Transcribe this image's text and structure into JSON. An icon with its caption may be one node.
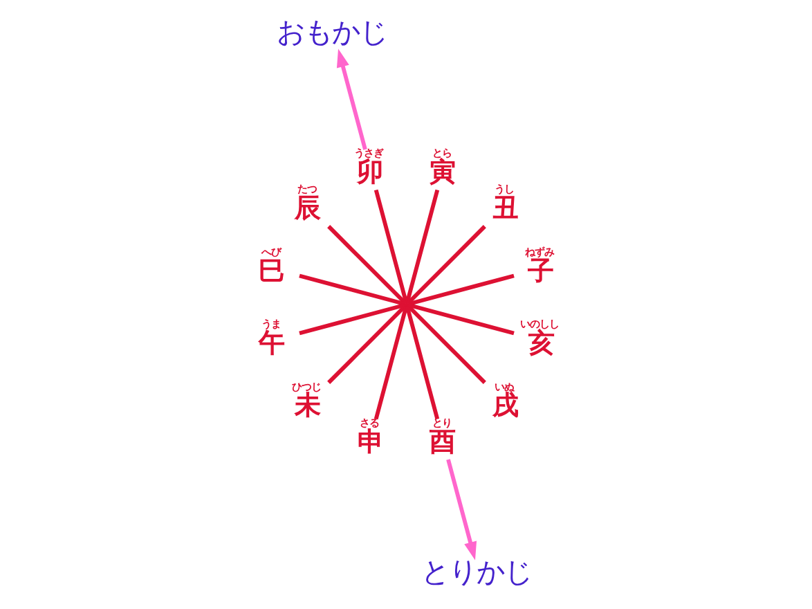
{
  "diagram": {
    "nodes": [
      {
        "text": [],
        "shape": "point"
      },
      {
        "text": [
          "子"
        ],
        "beside": [
          "ねずみ"
        ]
      },
      {
        "text": [
          "丑"
        ],
        "beside": [
          "うし"
        ]
      },
      {
        "text": [
          "寅"
        ],
        "beside": [
          "とら"
        ]
      },
      {
        "text": [
          "卯"
        ],
        "beside": [
          "うさぎ"
        ]
      },
      {
        "text": [
          "辰"
        ],
        "beside": [
          "たつ"
        ]
      },
      {
        "text": [
          "巳"
        ],
        "beside": [
          "へび"
        ]
      },
      {
        "text": [
          "午"
        ],
        "beside": [
          "うま"
        ]
      },
      {
        "text": [
          "未"
        ],
        "beside": [
          "ひつじ"
        ]
      },
      {
        "text": [
          "申"
        ],
        "beside": [
          "さる"
        ]
      },
      {
        "text": [
          "酉"
        ],
        "beside": [
          "とり"
        ]
      },
      {
        "text": [
          "戌"
        ],
        "beside": [
          "いぬ"
        ]
      },
      {
        "text": [
          "亥"
        ],
        "beside": [
          "いのしし"
        ]
      },
      {
        "text": [
          "とりかじ"
        ]
      },
      {
        "text": [
          "おもかじ"
        ]
      }
    ],
    "edges": [
      {
        "from": 0,
        "to": 1,
        "arrow": "none"
      },
      {
        "from": 0,
        "to": 2,
        "arrow": "none"
      },
      {
        "from": 0,
        "to": 3,
        "arrow": "none"
      },
      {
        "from": 0,
        "to": 4,
        "arrow": "none"
      },
      {
        "from": 0,
        "to": 5,
        "arrow": "none"
      },
      {
        "from": 0,
        "to": 6,
        "arrow": "none"
      },
      {
        "from": 0,
        "to": 7,
        "arrow": "none"
      },
      {
        "from": 0,
        "to": 8,
        "arrow": "none"
      },
      {
        "from": 0,
        "to": 9,
        "arrow": "none"
      },
      {
        "from": 0,
        "to": 10,
        "arrow": "none"
      },
      {
        "from": 0,
        "to": 11,
        "arrow": "none"
      },
      {
        "from": 0,
        "to": 12,
        "arrow": "none"
      },
      {
        "from": 10,
        "to": 13,
        "arrow": "to",
        "color": "#ff66cc"
      },
      {
        "from": 4,
        "to": 14,
        "arrow": "to",
        "color": "#ff66cc"
      }
    ]
  }
}
